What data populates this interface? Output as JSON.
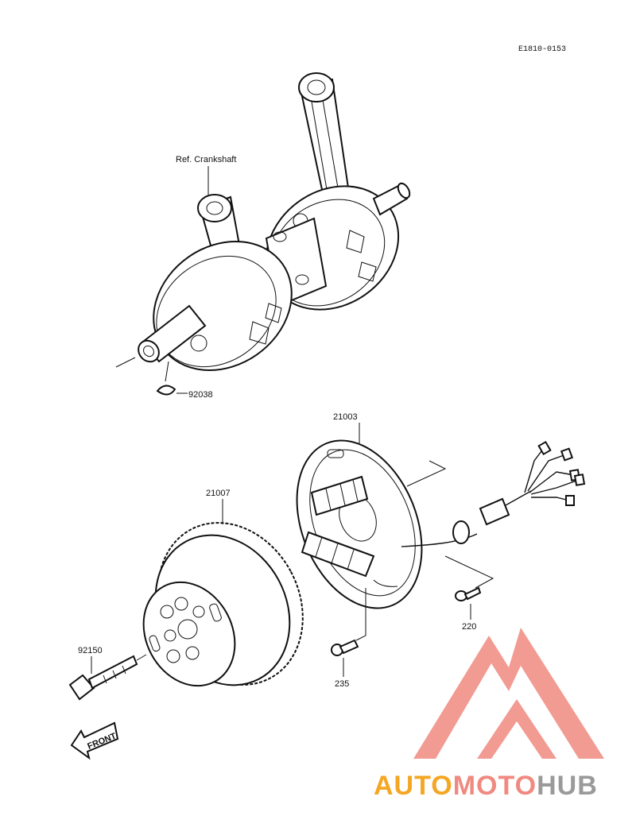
{
  "diagram_code": "E1810-0153",
  "labels": {
    "crankshaft_ref": "Ref. Crankshaft",
    "key": "92038",
    "stator": "21003",
    "flywheel": "21007",
    "bolt": "92150",
    "screw_small": "220",
    "screw_stator": "235",
    "front_arrow": "FRONT"
  },
  "watermark": {
    "part1": "AUTO",
    "part2": "MOTO",
    "part3": "HUB",
    "colors": {
      "orange": "#f5a623",
      "salmon": "#f08a80",
      "gray": "#9a9a9a",
      "logo": "#f08a80"
    }
  }
}
